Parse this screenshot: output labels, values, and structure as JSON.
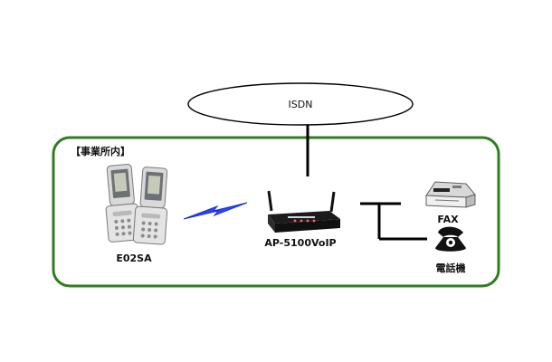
{
  "network": {
    "label": "ISDN"
  },
  "office": {
    "label": "【事業所内】",
    "border_color": "#2f7d1f"
  },
  "devices": {
    "phone": {
      "label": "E02SA",
      "icon": "flip-phone-icon"
    },
    "router": {
      "label": "AP-5100VoIP",
      "icon": "router-icon"
    },
    "fax": {
      "label": "FAX",
      "icon": "fax-icon"
    },
    "telephone": {
      "label": "電話機",
      "icon": "telephone-icon"
    }
  },
  "wireless": {
    "icon": "wireless-bolt-icon",
    "color": "#2a47ff"
  }
}
